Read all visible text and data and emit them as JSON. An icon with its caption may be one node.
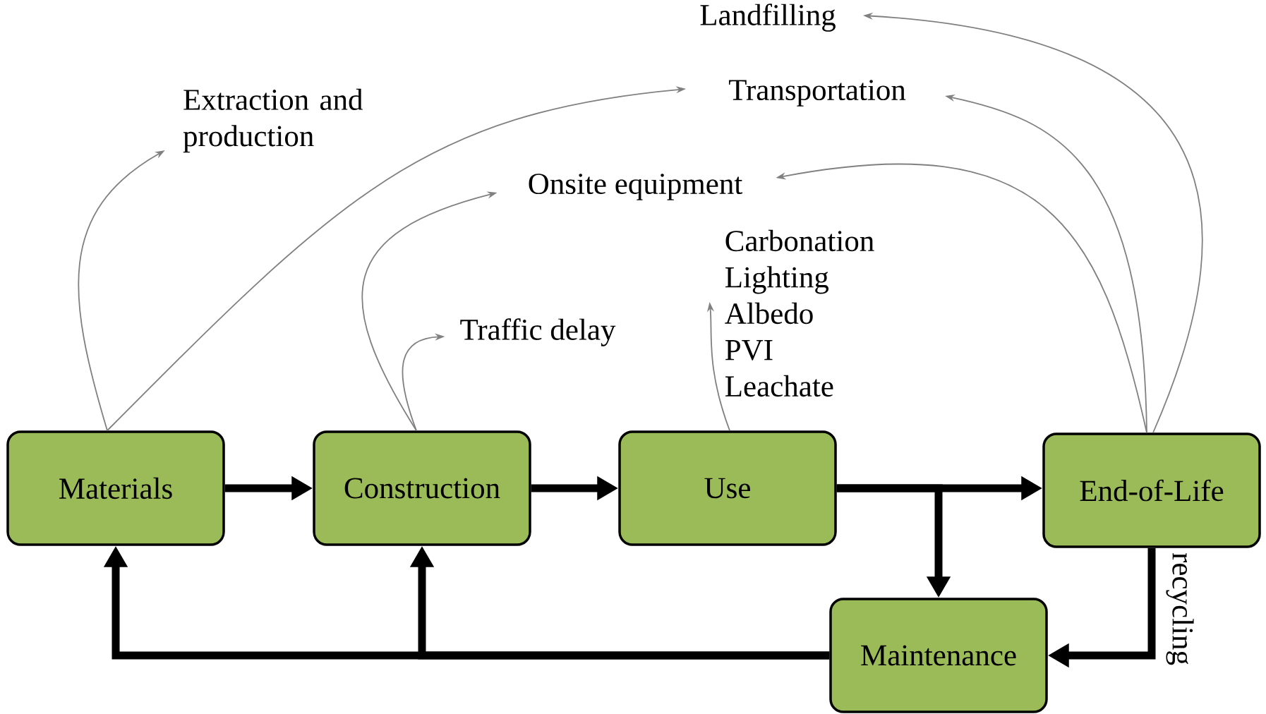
{
  "diagram": {
    "nodes": [
      {
        "text": [
          "Materials"
        ]
      },
      {
        "text": [
          "Construction"
        ]
      },
      {
        "text": [
          "Use"
        ]
      },
      {
        "text": [
          "End-of-Life"
        ]
      },
      {
        "text": [
          "Maintenance"
        ]
      },
      {
        "text": [
          "Landfilling"
        ]
      },
      {
        "text": [
          "Transportation"
        ]
      },
      {
        "text": [
          "Extraction and production"
        ]
      },
      {
        "text": [
          "Onsite equipment"
        ]
      },
      {
        "text": [
          "Carbonation",
          "Lighting",
          "Albedo",
          "PVI",
          "Leachate"
        ]
      },
      {
        "text": [
          "Traffic delay"
        ]
      }
    ],
    "edges": [
      {
        "from": 0,
        "to": 1,
        "arrow": "to",
        "style": "thick",
        "color": "#000000"
      },
      {
        "from": 1,
        "to": 2,
        "arrow": "to",
        "style": "thick",
        "color": "#000000"
      },
      {
        "from": 2,
        "to": 3,
        "arrow": "to",
        "style": "thick",
        "color": "#000000"
      },
      {
        "from": 2,
        "to": 4,
        "arrow": "to",
        "style": "thick",
        "color": "#000000"
      },
      {
        "from": 3,
        "to": 4,
        "arrow": "to",
        "style": "thick",
        "color": "#000000",
        "label": "recycling"
      },
      {
        "from": 4,
        "to": 0,
        "arrow": "to",
        "style": "thick",
        "color": "#000000"
      },
      {
        "from": 4,
        "to": 1,
        "arrow": "to",
        "style": "thick",
        "color": "#000000"
      },
      {
        "from": 0,
        "to": 7,
        "arrow": "to"
      },
      {
        "from": 0,
        "to": 6,
        "arrow": "to"
      },
      {
        "from": 1,
        "to": 8,
        "arrow": "to"
      },
      {
        "from": 1,
        "to": 10,
        "arrow": "to"
      },
      {
        "from": 2,
        "to": 9,
        "arrow": "to"
      },
      {
        "from": 3,
        "to": 8,
        "arrow": "to"
      },
      {
        "from": 3,
        "to": 6,
        "arrow": "to"
      },
      {
        "from": 3,
        "to": 5,
        "arrow": "to"
      }
    ]
  }
}
